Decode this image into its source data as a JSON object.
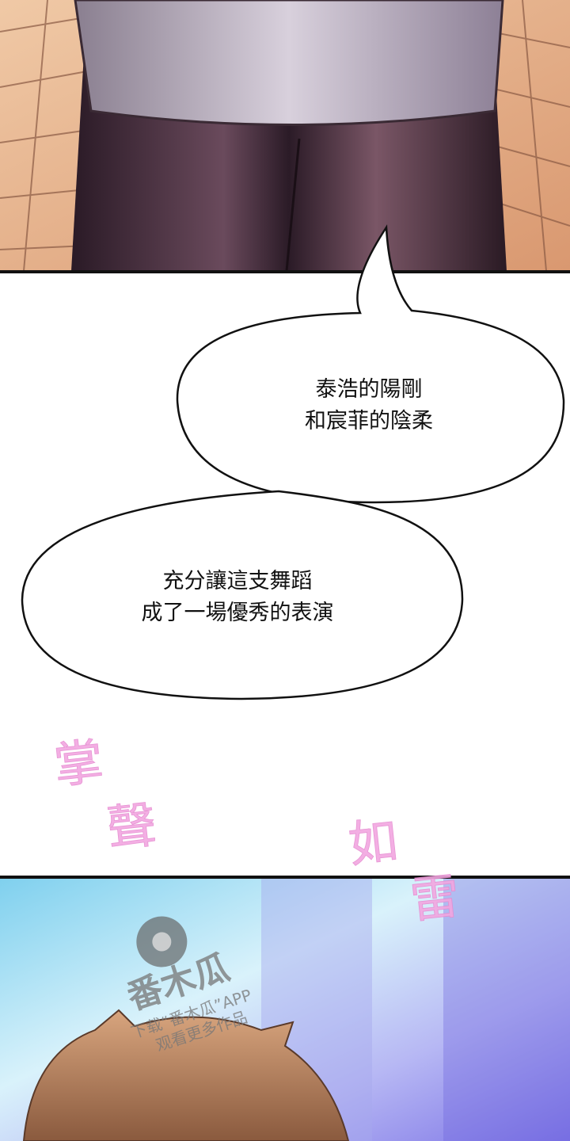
{
  "panels": [
    {
      "description_id": "panel-top"
    },
    {
      "description_id": "panel-bottom"
    }
  ],
  "bubbles": [
    {
      "lines": [
        "泰浩的陽剛",
        "和宸菲的陰柔"
      ]
    },
    {
      "lines": [
        "充分讓這支舞蹈",
        "成了一場優秀的表演"
      ]
    }
  ],
  "sfx": [
    "掌",
    "聲",
    "如",
    "雷"
  ],
  "watermark": {
    "logo_text": "番木瓜",
    "line1": "下载“番木瓜”APP",
    "line2": "观看更多作品"
  },
  "colors": {
    "sfx": "#f2a6e0",
    "floor": "#e9b48c",
    "sky": "#9fd6f0"
  }
}
